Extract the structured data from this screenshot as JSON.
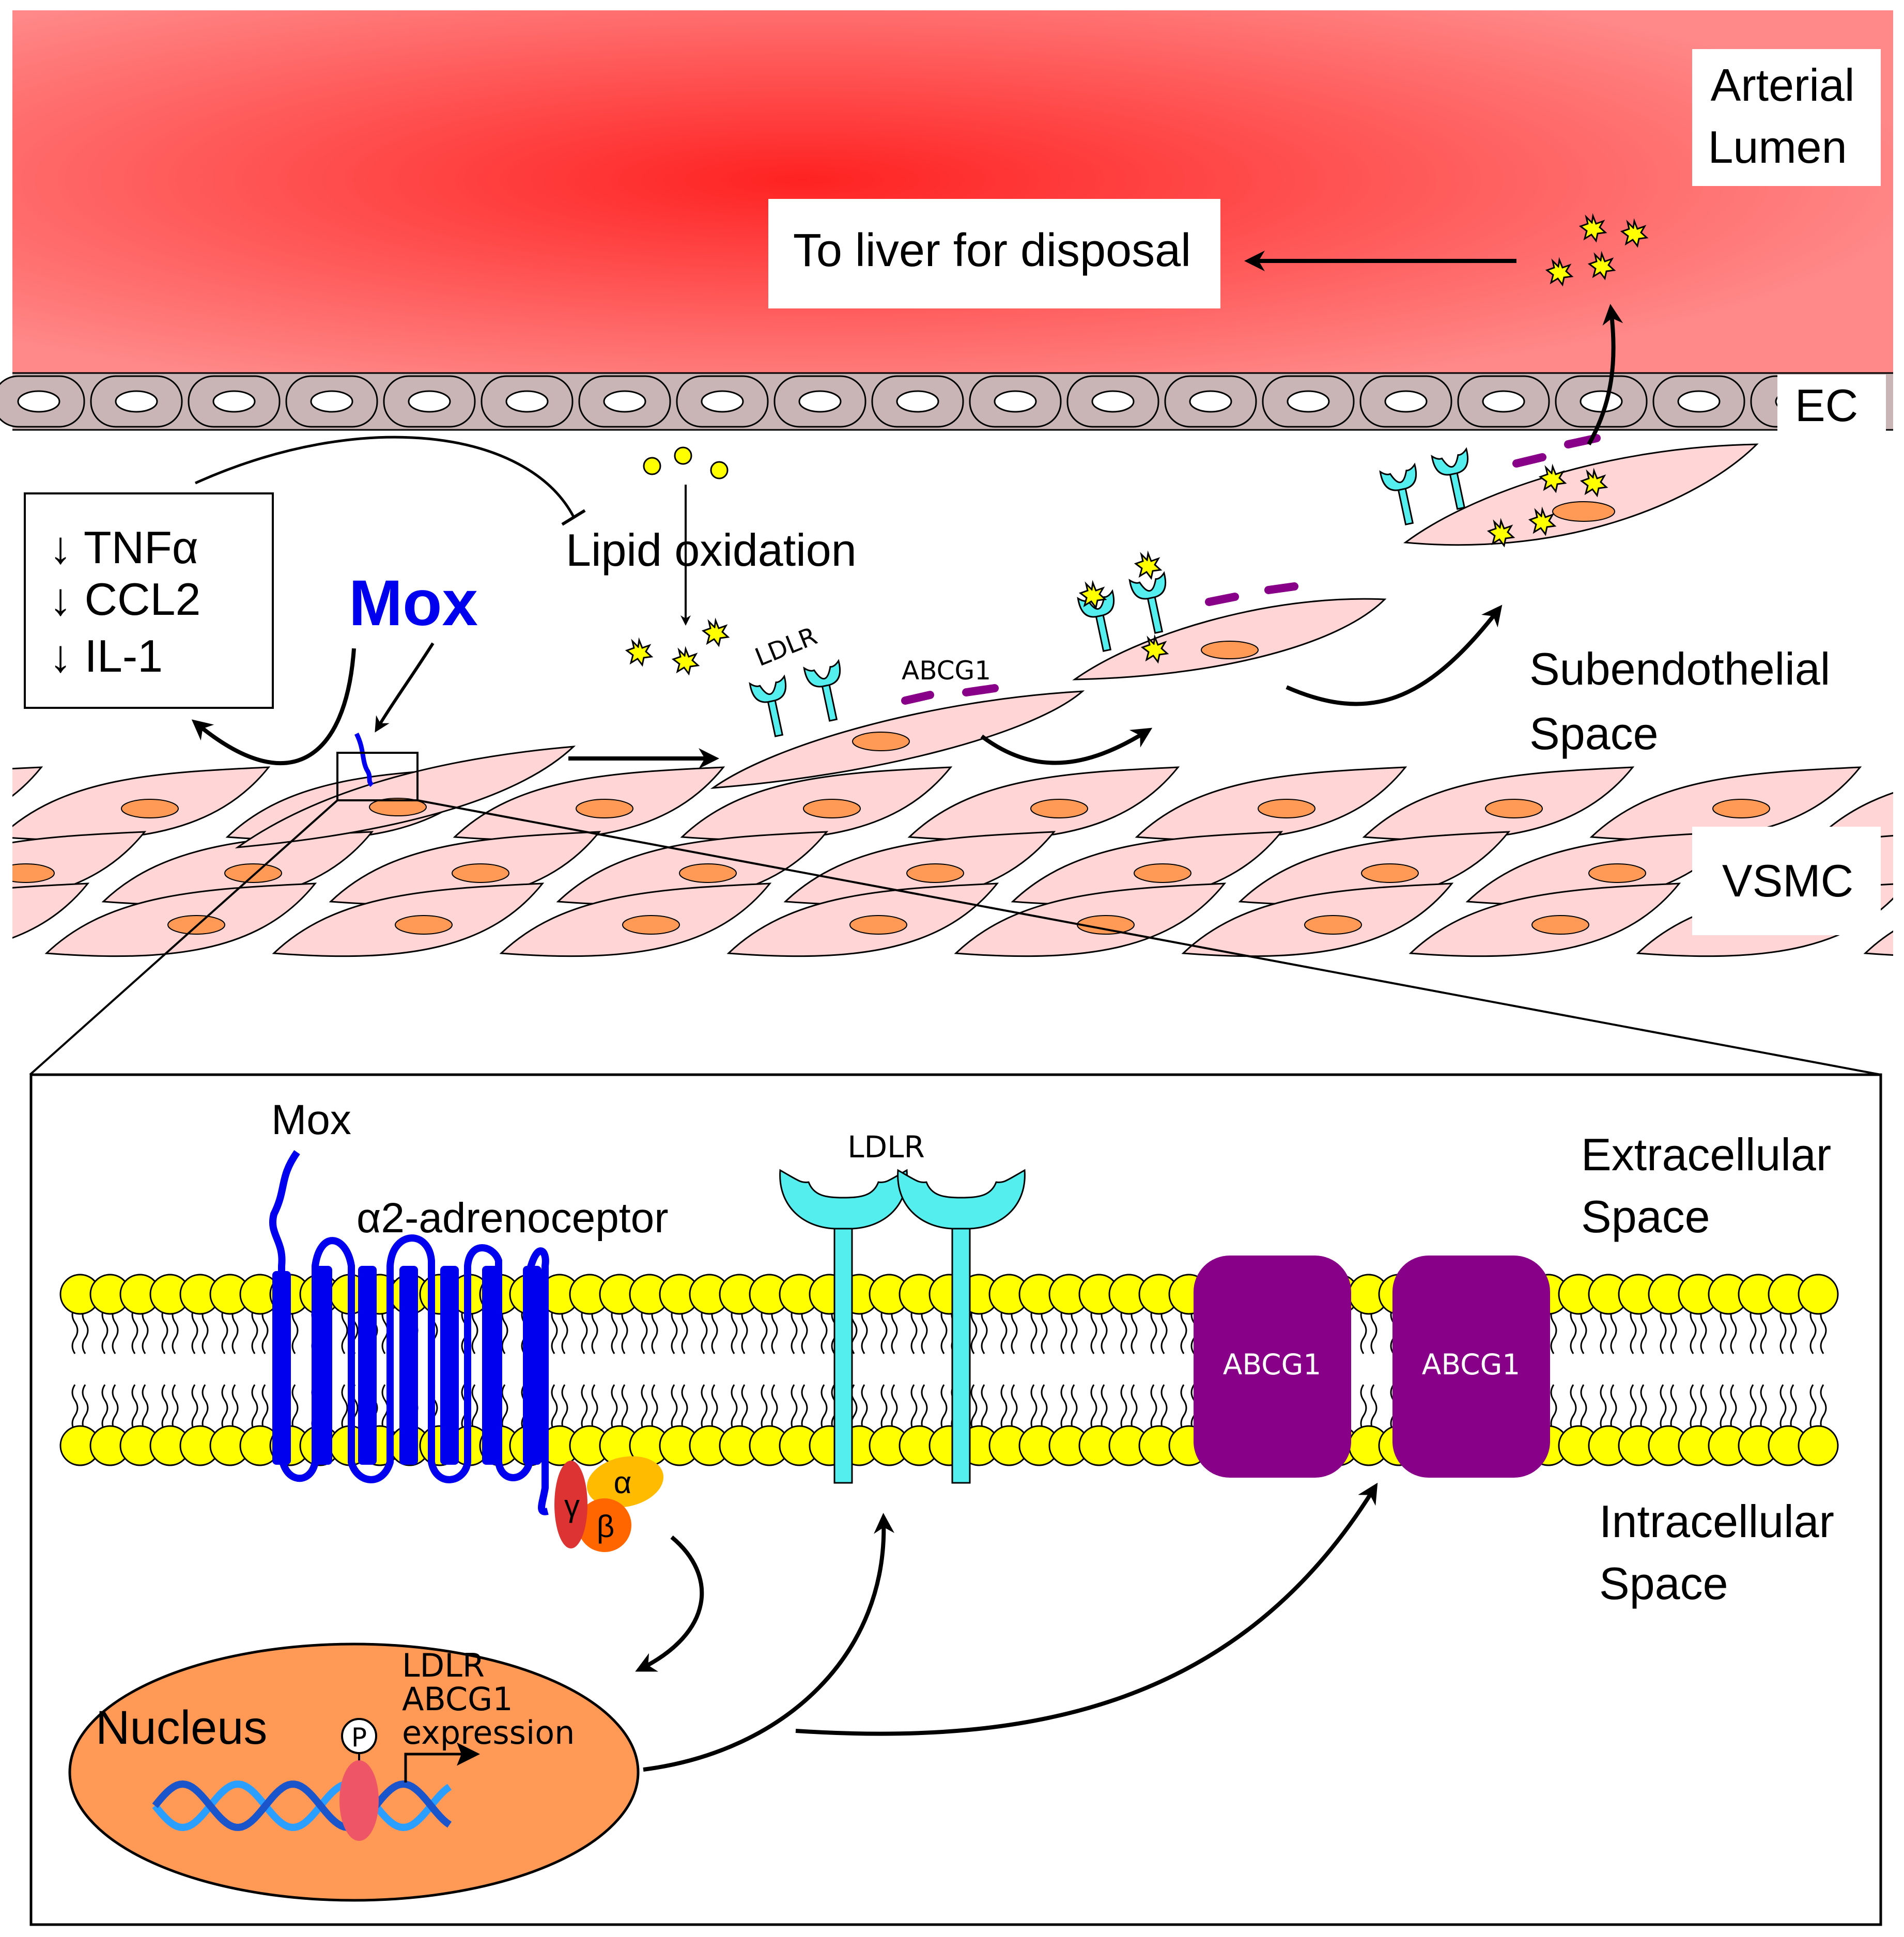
{
  "top_panel": {
    "arterial_lumen_line1": "Arterial",
    "arterial_lumen_line2": "Lumen",
    "liver_label": "To liver for disposal",
    "ec_label": "EC",
    "subendothelial_line1": "Subendothelial",
    "subendothelial_line2": "Space",
    "vsmc_label": "VSMC",
    "lipid_oxidation": "Lipid oxidation",
    "mox_label": "Mox",
    "cytokines": [
      "↓ TNFα",
      "↓ CCL2",
      "↓ IL-1"
    ],
    "ldlr_small": "LDLR",
    "abcg1_small": "ABCG1"
  },
  "bottom_panel": {
    "mox_label": "Mox",
    "receptor_label": "α2-adrenoceptor",
    "ldlr_label": "LDLR",
    "abcg1_labels": [
      "ABCG1",
      "ABCG1"
    ],
    "extracellular_line1": "Extracellular",
    "extracellular_line2": "Space",
    "intracellular_line1": "Intracellular",
    "intracellular_line2": "Space",
    "g_protein": {
      "alpha": "α",
      "beta": "β",
      "gamma": "γ"
    },
    "nucleus_label": "Nucleus",
    "phospho_label": "P",
    "expression_lines": [
      "LDLR",
      "ABCG1",
      "expression"
    ]
  },
  "colors": {
    "lumen_red": "#ff2a2a",
    "ec_cell": "#c9b5b5",
    "vsmc_cell": "#ffd5d5",
    "vsmc_nucleus": "#ff9955",
    "mox_blue": "#0000ee",
    "ldlr_cyan": "#55eeee",
    "abcg1_purple": "#880088",
    "lipid_yellow": "#ffff00",
    "nucleus_orange": "#ff9955",
    "dna_blue": "#2a7fff"
  }
}
